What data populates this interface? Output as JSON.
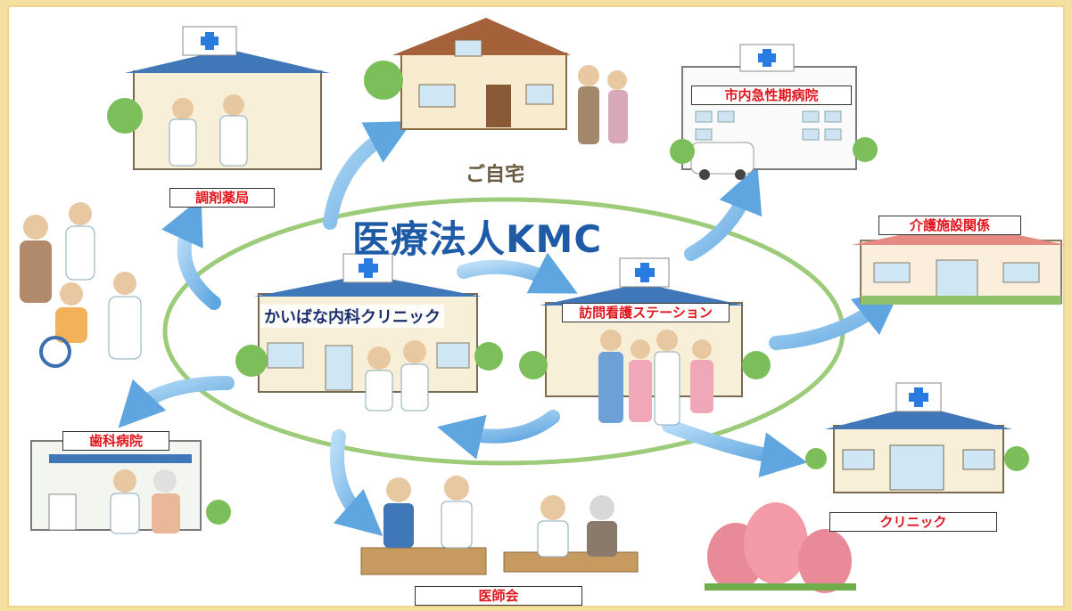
{
  "title": "医療法人KMC",
  "home_label": "ご自宅",
  "center_clinic": "かいばな内科クリニック",
  "nursing_station": "訪問看護ステーション",
  "pharmacy": "調剤薬局",
  "acute_hospital": "市内急性期病院",
  "care_facility": "介護施設関係",
  "dental_hospital": "歯科病院",
  "clinic": "クリニック",
  "medical_association": "医師会",
  "colors": {
    "frame": "#f5dfa0",
    "ellipse": "#9ccc7a",
    "arrow": "#8cc3ee",
    "title": "#1e5aa6",
    "label_text": "#e0141b"
  }
}
